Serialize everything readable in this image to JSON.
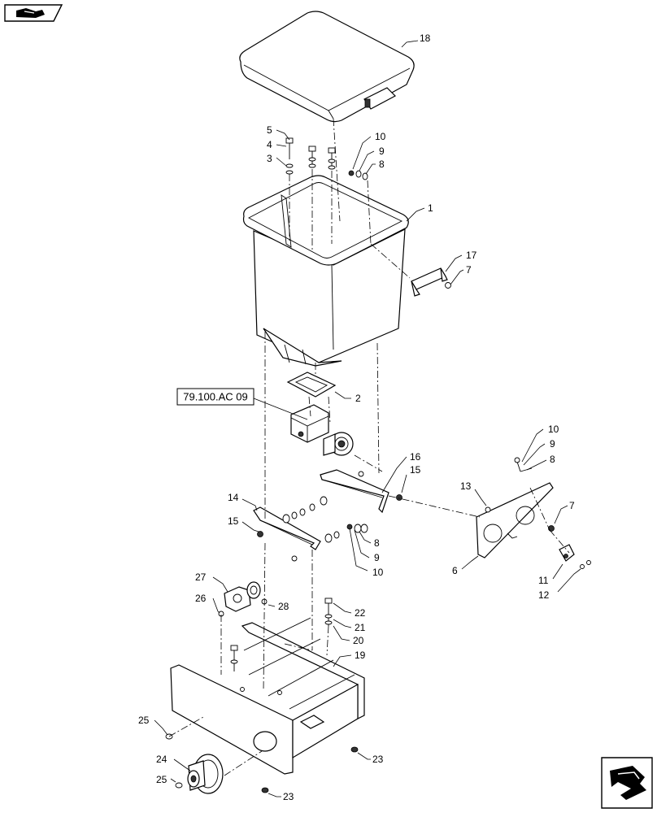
{
  "nav": {
    "top_icon": "back-arrow-icon",
    "bottom_icon": "forward-arrow-icon"
  },
  "reference_box": "79.100.AC 09",
  "callouts": {
    "c18": "18",
    "c5": "5",
    "c4": "4",
    "c3": "3",
    "c10a": "10",
    "c9a": "9",
    "c8a": "8",
    "c1": "1",
    "c17": "17",
    "c7a": "7",
    "c2": "2",
    "c10b": "10",
    "c9b": "9",
    "c8b": "8",
    "c16": "16",
    "c15a": "15",
    "c13": "13",
    "c7b": "7",
    "c14": "14",
    "c15b": "15",
    "c8c": "8",
    "c9c": "9",
    "c10c": "10",
    "c6": "6",
    "c11": "11",
    "c12": "12",
    "c27": "27",
    "c26": "26",
    "c28": "28",
    "c22": "22",
    "c21": "21",
    "c20": "20",
    "c19": "19",
    "c25a": "25",
    "c24": "24",
    "c25b": "25",
    "c23a": "23",
    "c23b": "23"
  }
}
